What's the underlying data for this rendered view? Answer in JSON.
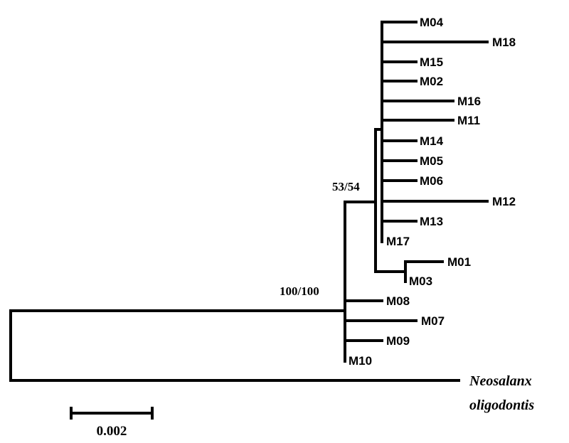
{
  "tree": {
    "main_clade_support": "100/100",
    "subclade_support": "53/54",
    "subclade_tips": [
      "M04",
      "M18",
      "M15",
      "M02",
      "M16",
      "M11",
      "M14",
      "M05",
      "M06",
      "M12",
      "M13",
      "M17"
    ],
    "pair_tips": [
      "M01",
      "M03"
    ],
    "basal_tips": [
      "M08",
      "M07",
      "M09",
      "M10"
    ],
    "outgroup": {
      "line1": "Neosalanx",
      "line2": "oligodontis"
    }
  },
  "scale_bar": {
    "label": "0.002"
  }
}
